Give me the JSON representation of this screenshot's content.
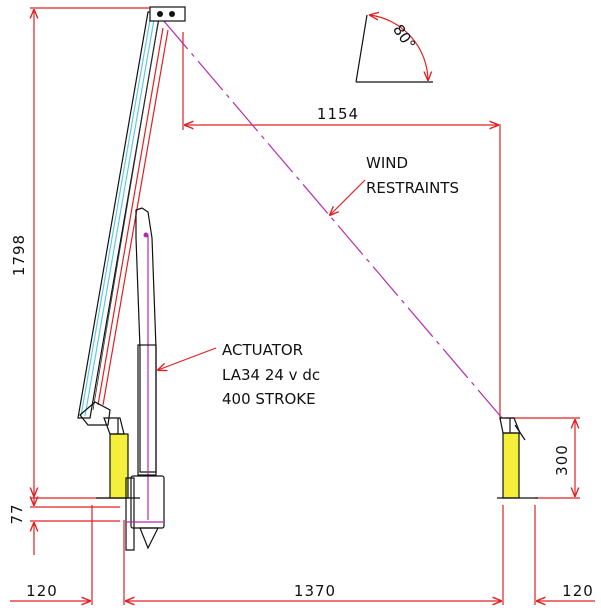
{
  "dimensions": {
    "height_total": "1798",
    "width_restraint": "1154",
    "height_post": "300",
    "offset_base": "77",
    "left_edge": "120",
    "base_span": "1370",
    "right_edge": "120"
  },
  "angle": {
    "label": "80°"
  },
  "wind_restraints": {
    "line1": "WIND",
    "line2": "RESTRAINTS"
  },
  "actuator": {
    "line1": "ACTUATOR",
    "line2": "LA34 24 v dc",
    "line3": "400 STROKE"
  },
  "colors": {
    "dimension_line": "#e02020",
    "outline": "#111111",
    "restraint_line": "#b52bb0",
    "glazing": "#5fc9e0",
    "post_fill": "#f3ef3a"
  }
}
